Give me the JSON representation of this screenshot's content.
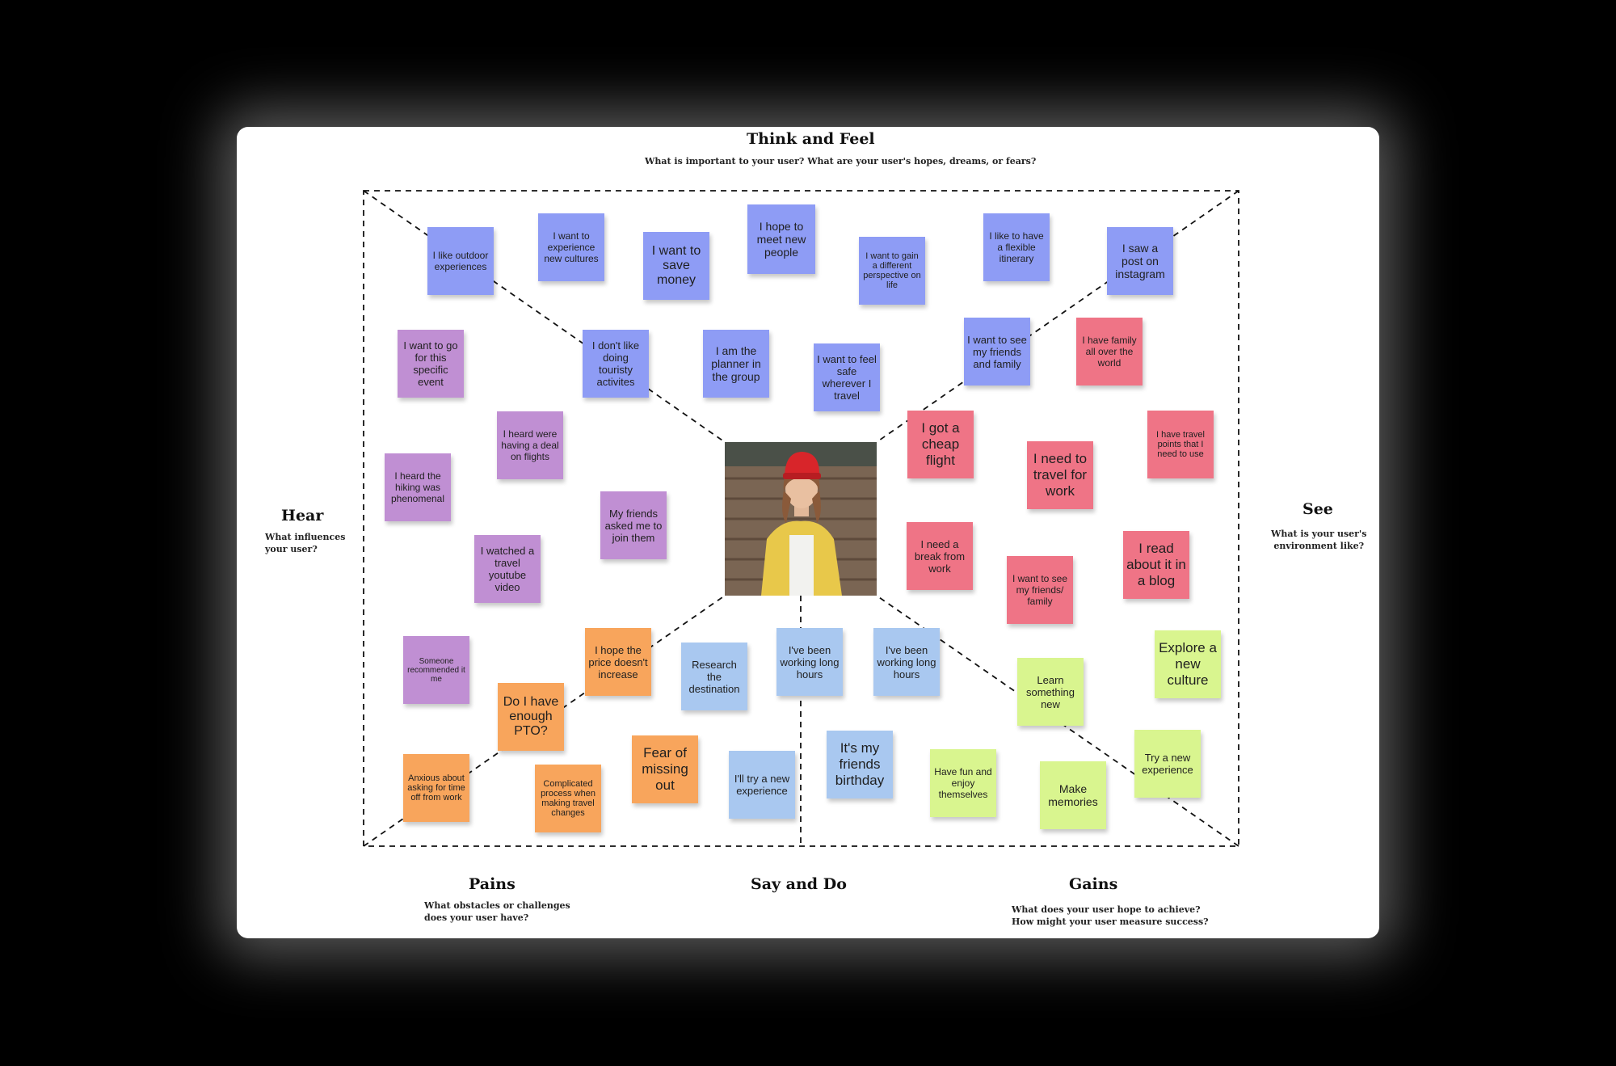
{
  "colors": {
    "blue": "#8e9cf5",
    "purple": "#c08fd3",
    "pink": "#ef7486",
    "orange": "#f8a55c",
    "lightblue": "#a9c8f0",
    "green": "#d9f58f",
    "background": "#000000",
    "board": "#ffffff"
  },
  "sections": {
    "think_feel": {
      "title": "Think and Feel",
      "subtitle": "What is important to your user? What are your user's hopes, dreams, or fears?"
    },
    "hear": {
      "title": "Hear",
      "subtitle_1": "What influences",
      "subtitle_2": "your user?"
    },
    "see": {
      "title": "See",
      "subtitle_1": "What is your user's",
      "subtitle_2": "environment like?"
    },
    "pains": {
      "title": "Pains",
      "subtitle_1": "What obstacles or challenges",
      "subtitle_2": "does your user have?"
    },
    "say_do": {
      "title": "Say and Do"
    },
    "gains": {
      "title": "Gains",
      "subtitle_1": "What does your user hope to achieve?",
      "subtitle_2": "How might your user measure success?"
    }
  },
  "notes": {
    "n1": "I like outdoor experiences",
    "n2": "I want to experience new cultures",
    "n3": "I want to save money",
    "n4": "I hope to meet new people",
    "n5": "I want to gain a different perspective on life",
    "n6": "I like to have a flexible itinerary",
    "n7": "I saw a post on instagram",
    "n8": "I don't like doing touristy activites",
    "n9": "I am the planner in the group",
    "n10": "I want to feel safe wherever I travel",
    "n11": "I want to see my friends and family",
    "n12": "I want to go for this specific event",
    "n13": "I heard were having a deal on flights",
    "n14": "I heard the hiking was phenomenal",
    "n15": "My friends asked me to join them",
    "n16": "I watched a travel youtube video",
    "n17": "Someone recommended it me",
    "n18": "I have family all over the world",
    "n19": "I got a cheap flight",
    "n20": "I have travel points that I need to use",
    "n21": "I need to travel for work",
    "n22": "I need a break from work",
    "n23": "I read about it in a blog",
    "n24": "I want to see my friends/ family",
    "n25": "I hope the price doesn't increase",
    "n26": "Do I have enough PTO?",
    "n27": "Anxious about asking for time off from work",
    "n28": "Complicated process when making travel changes",
    "n29": "Fear of missing out",
    "n30": "Research the destination",
    "n31": "I've been working long hours",
    "n32": "I've been working long hours",
    "n33": "I'll try a new experience",
    "n34": "It's my friends birthday",
    "n35": "Learn something new",
    "n36": "Explore a new culture",
    "n37": "Try a new experience",
    "n38": "Have fun and enjoy themselves",
    "n39": "Make memories"
  }
}
